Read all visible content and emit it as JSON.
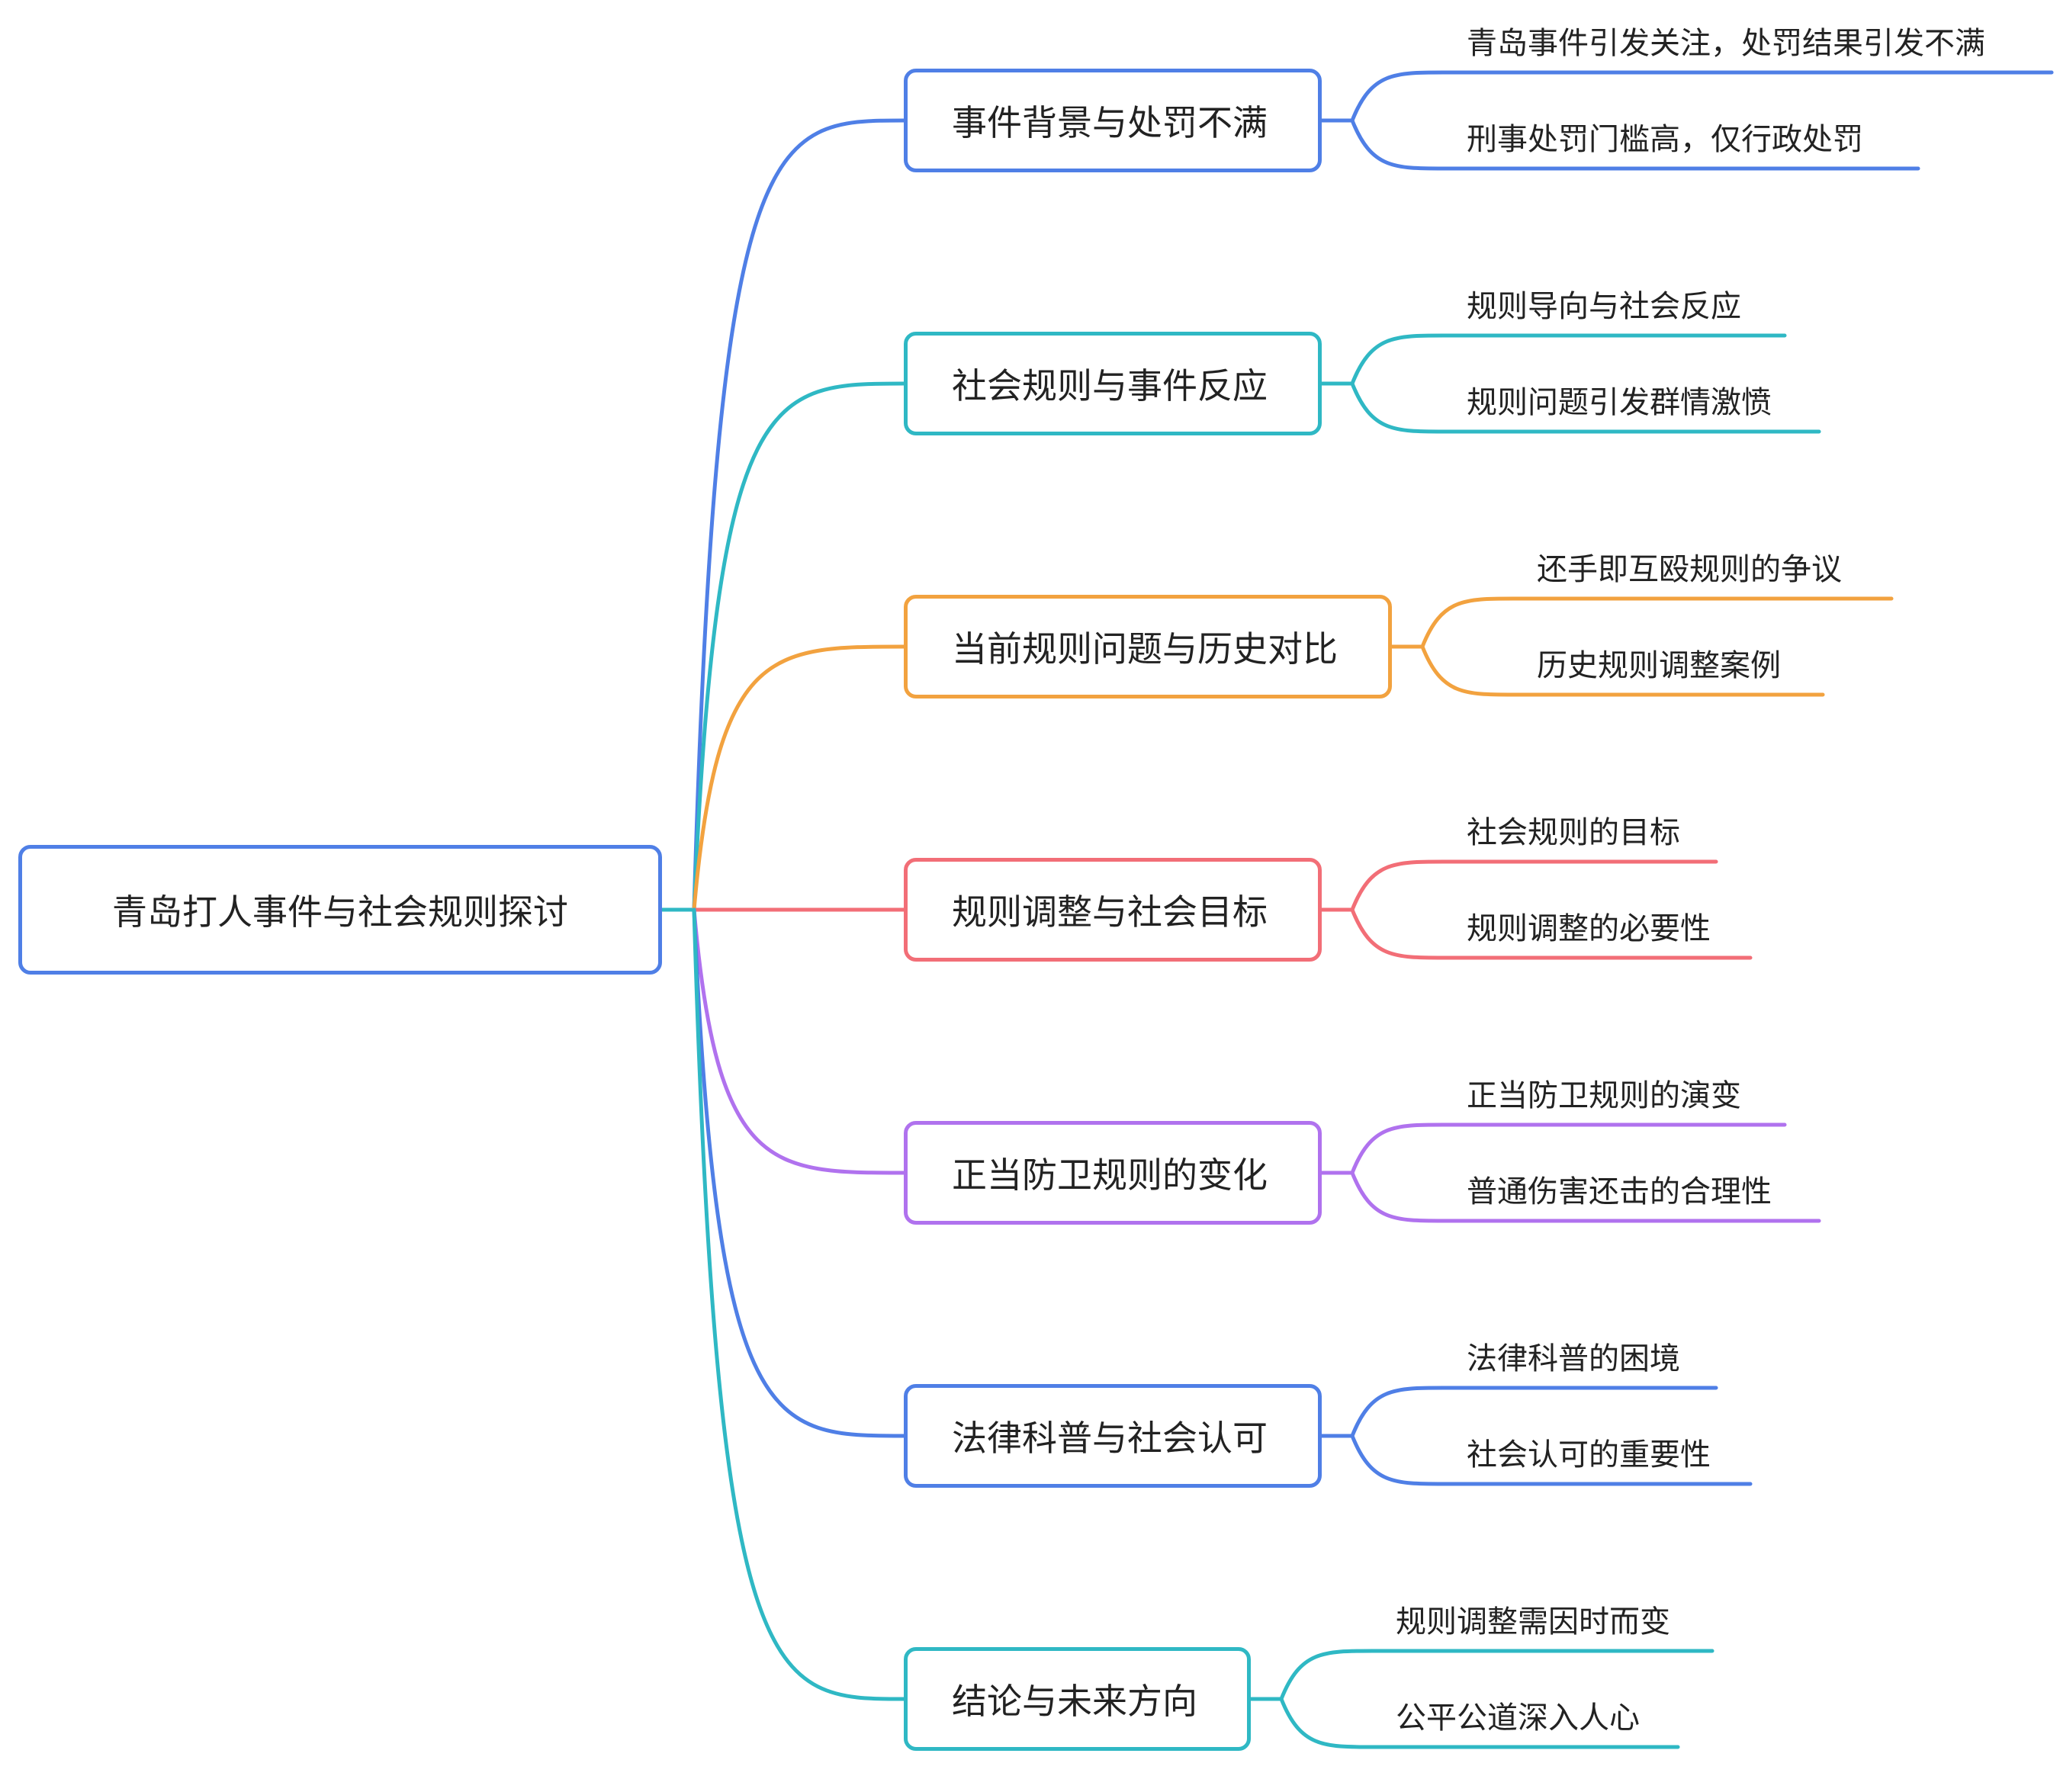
{
  "root": {
    "label": "青岛打人事件与社会规则探讨",
    "color": "#4f7fe6"
  },
  "branches": [
    {
      "label": "事件背景与处罚不满",
      "color": "#4f7fe6",
      "children": [
        "青岛事件引发关注，处罚结果引发不满",
        "刑事处罚门槛高，仅行政处罚"
      ]
    },
    {
      "label": "社会规则与事件反应",
      "color": "#2fb8c4",
      "children": [
        "规则导向与社会反应",
        "规则问题引发群情激愤"
      ]
    },
    {
      "label": "当前规则问题与历史对比",
      "color": "#f2a23f",
      "children": [
        "还手即互殴规则的争议",
        "历史规则调整案例"
      ]
    },
    {
      "label": "规则调整与社会目标",
      "color": "#f26e77",
      "children": [
        "社会规则的目标",
        "规则调整的必要性"
      ]
    },
    {
      "label": "正当防卫规则的变化",
      "color": "#b072ee",
      "children": [
        "正当防卫规则的演变",
        "普通伤害还击的合理性"
      ]
    },
    {
      "label": "法律科普与社会认可",
      "color": "#4f7fe6",
      "children": [
        "法律科普的困境",
        "社会认可的重要性"
      ]
    },
    {
      "label": "结论与未来方向",
      "color": "#2fb8c4",
      "children": [
        "规则调整需因时而变",
        "公平公道深入人心"
      ]
    }
  ]
}
